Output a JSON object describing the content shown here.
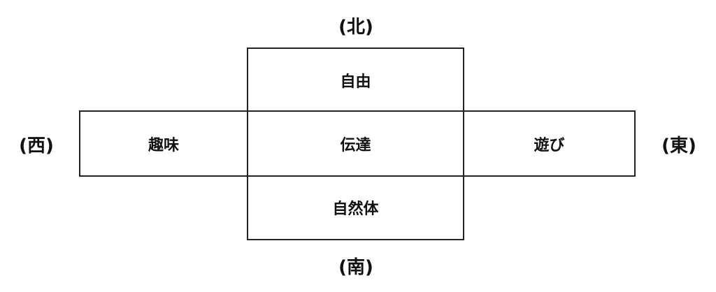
{
  "directions": {
    "north": "(北)",
    "south": "(南)",
    "west": "(西)",
    "east": "(東)"
  },
  "cells": {
    "top": "自由",
    "center": "伝達",
    "bottom": "自然体",
    "left": "趣味",
    "right": "遊び"
  }
}
